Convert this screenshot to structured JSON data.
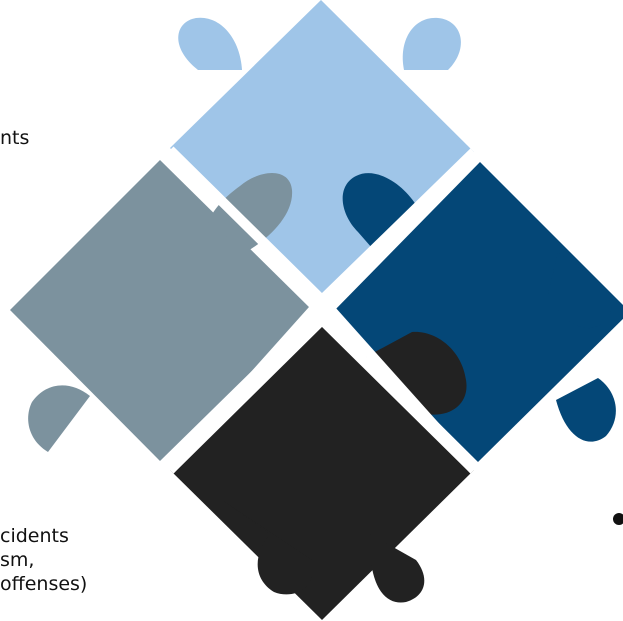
{
  "colors": {
    "light_blue": "#9fc5e8",
    "slate": "#7c929e",
    "navy": "#044777",
    "black": "#222222",
    "outline": "#ffffff"
  },
  "text_fragments": {
    "top_left": "nts",
    "bottom_left": [
      "cidents",
      "sm,",
      "offenses)"
    ]
  }
}
